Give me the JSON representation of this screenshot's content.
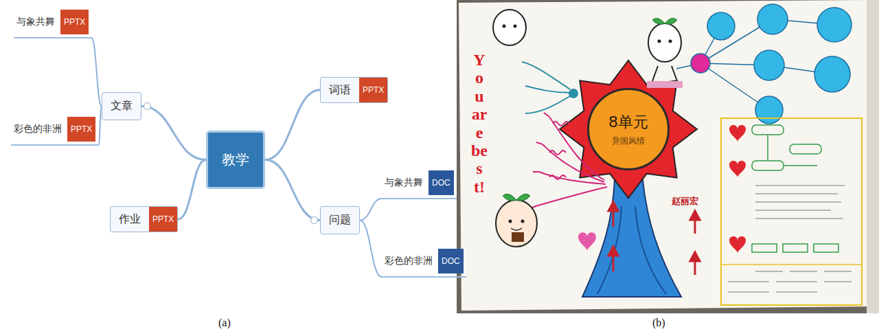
{
  "diagram": {
    "nodes": [
      {
        "text": [
          "与象共舞",
          "PPTX"
        ]
      },
      {
        "text": [
          "文章"
        ]
      },
      {
        "text": [
          "彩色的非洲",
          "PPTX"
        ]
      },
      {
        "text": [
          "作业",
          "PPTX"
        ]
      },
      {
        "text": [
          "教学"
        ]
      },
      {
        "text": [
          "词语",
          "PPTX"
        ]
      },
      {
        "text": [
          "问题"
        ]
      },
      {
        "text": [
          "与象共舞",
          "DOC"
        ]
      },
      {
        "text": [
          "彩色的非洲",
          "DOC"
        ]
      },
      {
        "text": [
          "8单元",
          "异国风情"
        ]
      }
    ],
    "edges": [
      {
        "from": 4,
        "to": 1,
        "arrow": "none"
      },
      {
        "from": 4,
        "to": 5,
        "arrow": "none"
      },
      {
        "from": 4,
        "to": 3,
        "arrow": "none"
      },
      {
        "from": 4,
        "to": 6,
        "arrow": "none"
      },
      {
        "from": 1,
        "to": 0,
        "arrow": "none"
      },
      {
        "from": 1,
        "to": 2,
        "arrow": "none"
      },
      {
        "from": 6,
        "to": 7,
        "arrow": "none"
      },
      {
        "from": 6,
        "to": 8,
        "arrow": "none"
      }
    ],
    "labels": [
      "You are best!",
      "赵丽宏",
      "(a)",
      "(b)"
    ]
  }
}
